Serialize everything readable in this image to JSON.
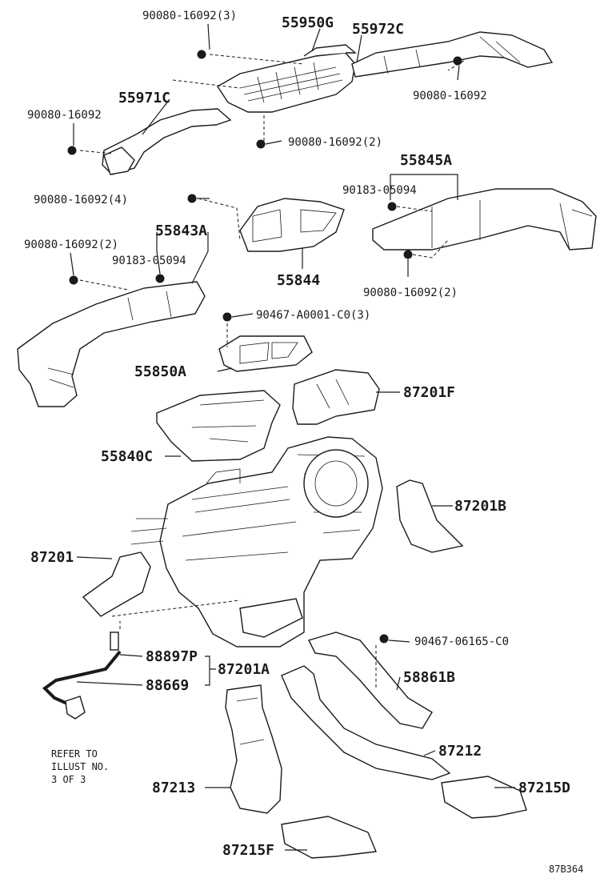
{
  "labels": {
    "p_900801609203": "90080-16092(3)",
    "p_55950g": "55950G",
    "p_55972c": "55972C",
    "p_90080_r1": "90080-16092",
    "p_90080_l1": "90080-16092",
    "p_55971c": "55971C",
    "p_90080_2a": "90080-16092(2)",
    "p_55845a": "55845A",
    "p_90183_a": "90183-05094",
    "p_90080_4": "90080-16092(4)",
    "p_55843a": "55843A",
    "p_90080_2b": "90080-16092(2)",
    "p_90183_b": "90183-05094",
    "p_55844": "55844",
    "p_90080_2c": "90080-16092(2)",
    "p_90467_a": "90467-A0001-C0(3)",
    "p_55850a": "55850A",
    "p_87201f": "87201F",
    "p_55840c": "55840C",
    "p_87201b": "87201B",
    "p_87201": "87201",
    "p_90467_b": "90467-06165-C0",
    "p_88897p": "88897P",
    "p_87201a": "87201A",
    "p_88669": "88669",
    "p_58861b": "58861B",
    "p_87212": "87212",
    "p_87213": "87213",
    "p_87215d": "87215D",
    "p_87215f": "87215F",
    "refer_line1": "REFER TO",
    "refer_line2": "ILLUST NO.",
    "refer_line3": "3 OF 3",
    "fig_code": "87B364"
  }
}
